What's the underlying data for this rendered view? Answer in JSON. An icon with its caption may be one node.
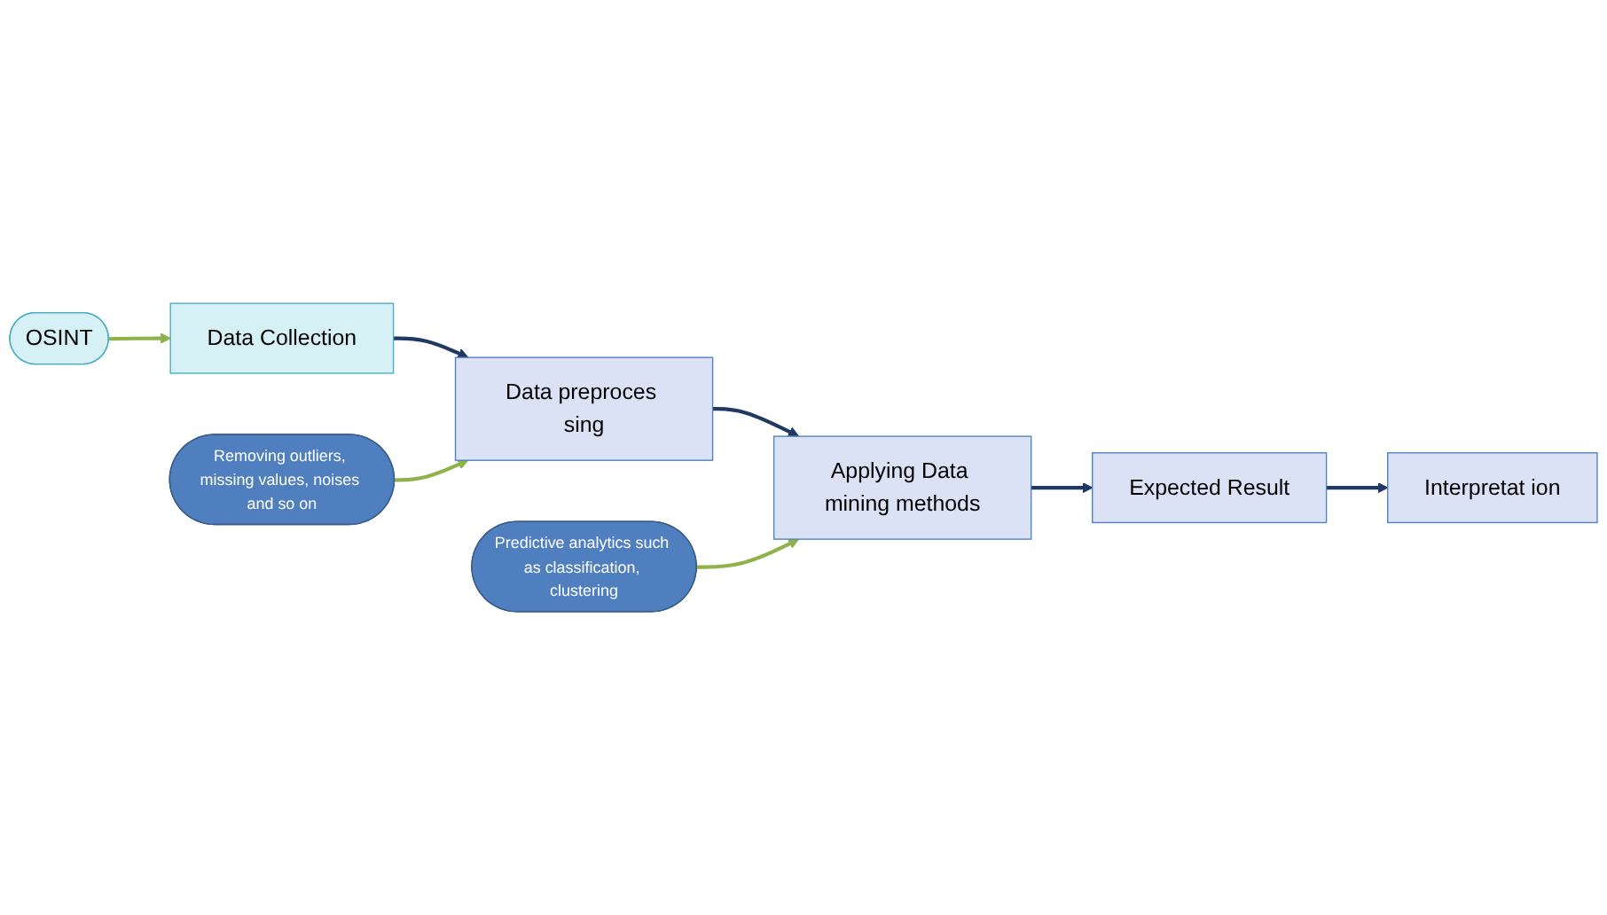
{
  "diagram": {
    "nodes": [
      {
        "text": [
          "Data Collection"
        ]
      },
      {
        "text": [
          "OSINT"
        ]
      },
      {
        "text": [
          "Data preproces sing"
        ]
      },
      {
        "text": [
          "Removing outliers, missing values, noises and so on"
        ]
      },
      {
        "text": [
          "Predictive analytics such as classification, clustering"
        ]
      },
      {
        "text": [
          "Applying Data mining methods"
        ]
      },
      {
        "text": [
          "Expected Result"
        ]
      },
      {
        "text": [
          "Interpretat ion"
        ]
      }
    ],
    "edges": [
      {
        "from": 1,
        "to": 0,
        "arrow": "to",
        "color": "#8fb24a"
      },
      {
        "from": 0,
        "to": 2,
        "arrow": "to"
      },
      {
        "from": 3,
        "to": 2,
        "arrow": "to",
        "color": "#8fb24a"
      },
      {
        "from": 2,
        "to": 5,
        "arrow": "to"
      },
      {
        "from": 4,
        "to": 5,
        "arrow": "to",
        "color": "#8fb24a"
      },
      {
        "from": 5,
        "to": 6,
        "arrow": "to"
      },
      {
        "from": 6,
        "to": 7,
        "arrow": "to"
      }
    ]
  }
}
